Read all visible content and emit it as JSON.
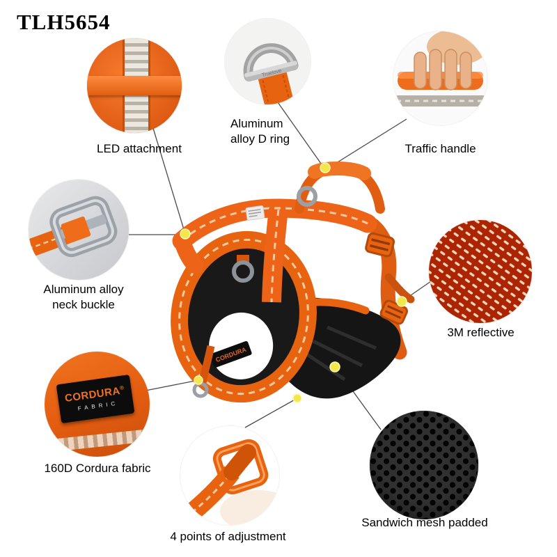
{
  "page": {
    "title": "TLH5654"
  },
  "callouts": {
    "led": {
      "label": "LED attachment"
    },
    "dring": {
      "label": "Aluminum\nalloy D ring"
    },
    "handle": {
      "label": "Traffic handle"
    },
    "buckle": {
      "label": "Aluminum alloy\nneck buckle"
    },
    "reflective": {
      "label": "3M reflective"
    },
    "cordura": {
      "label": "160D Cordura fabric"
    },
    "adjust": {
      "label": "4 points of adjustment"
    },
    "mesh": {
      "label": "Sandwich mesh padded"
    }
  },
  "details": {
    "cordura_brand": "CORDURA",
    "cordura_reg": "®",
    "cordura_fabric": "FABRIC",
    "dring_engraving": "Truelove",
    "harness_label": "CORDURA"
  },
  "colors": {
    "harness_orange": "#ED6418",
    "marker_yellow": "#F2E74C",
    "mesh_black": "#141414",
    "reflective_red": "#B02A04",
    "metal_gray": "#9AA0A6"
  }
}
